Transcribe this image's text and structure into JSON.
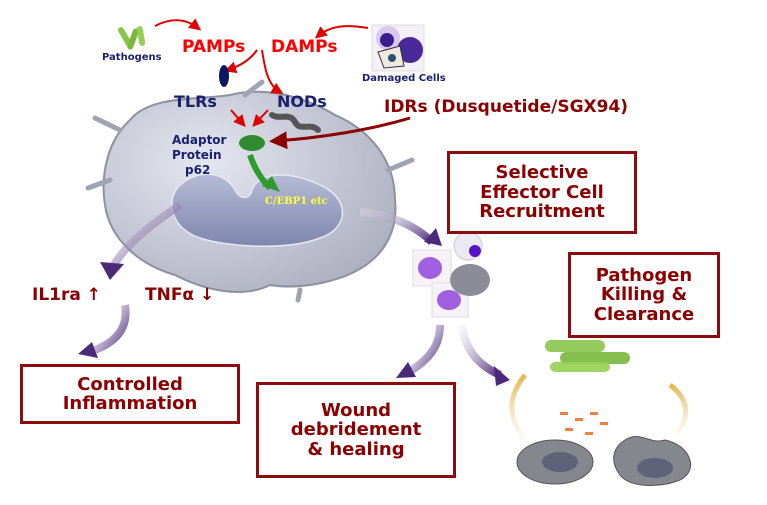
{
  "sources": {
    "pathogens": "Pathogens",
    "damaged_cells": "Damaged Cells",
    "pamps": "PAMPs",
    "damps": "DAMPs"
  },
  "receptors": {
    "tlrs": "TLRs",
    "nods": "NODs"
  },
  "cell": {
    "adaptor_line1": "Adaptor",
    "adaptor_line2": "Protein",
    "adaptor_line3": "p62",
    "transcription": "C/EBP1 etc"
  },
  "idrs": "IDRs (Dusquetide/SGX94)",
  "cytokines": {
    "il1ra": "IL1ra ↑",
    "tnfa": "TNFα ↓"
  },
  "outcomes": {
    "recruitment": [
      "Selective",
      "Effector Cell",
      "Recruitment"
    ],
    "killing": [
      "Pathogen",
      "Killing &",
      "Clearance"
    ],
    "inflammation": [
      "Controlled",
      "Inflammation"
    ],
    "wound": [
      "Wound",
      "debridement",
      "& healing"
    ]
  }
}
